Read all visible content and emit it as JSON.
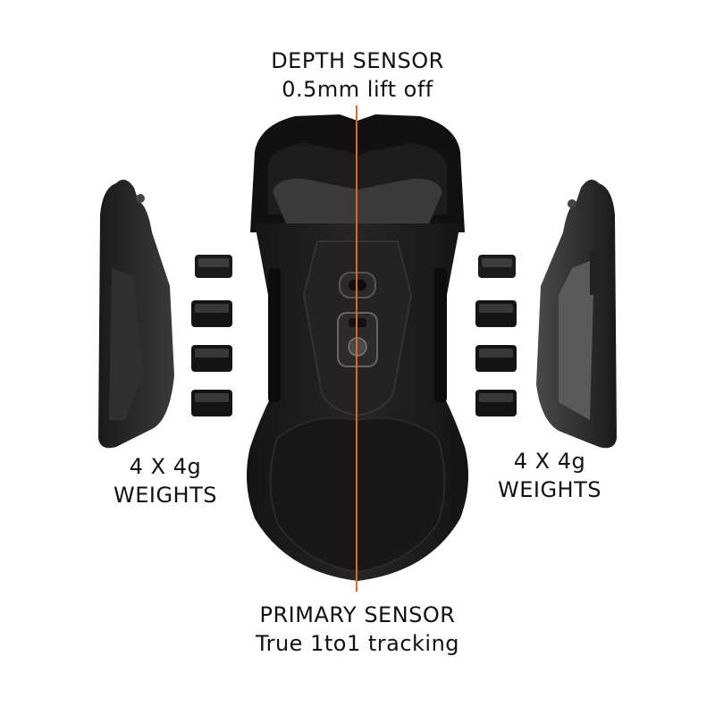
{
  "labels": {
    "top": {
      "title": "DEPTH SENSOR",
      "subtitle": "0.5mm lift off"
    },
    "bottom": {
      "title": "PRIMARY SENSOR",
      "subtitle": "True 1to1 tracking"
    },
    "left": {
      "line1": "4 X 4g",
      "line2": "WEIGHTS"
    },
    "right": {
      "line1": "4 X 4g",
      "line2": "WEIGHTS"
    }
  },
  "colors": {
    "accent_line": "#e0662c",
    "body": "#1c1c1c",
    "panel": "#2a2a2a"
  },
  "weights": {
    "left_count": 4,
    "right_count": 4
  }
}
